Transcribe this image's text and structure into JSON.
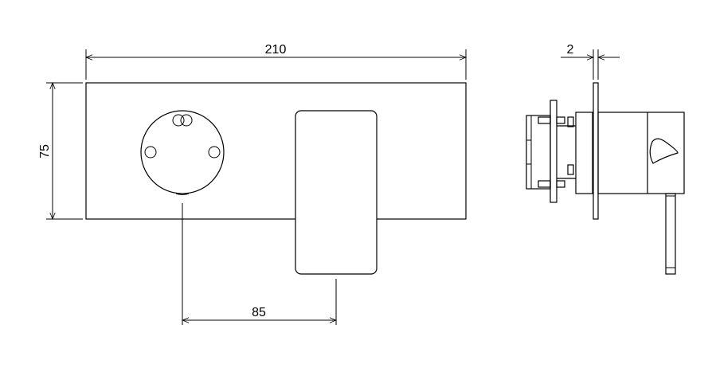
{
  "dimensions": {
    "overall_width": "210",
    "overall_height": "75",
    "handle_offset": "85",
    "plate_thickness": "2"
  }
}
